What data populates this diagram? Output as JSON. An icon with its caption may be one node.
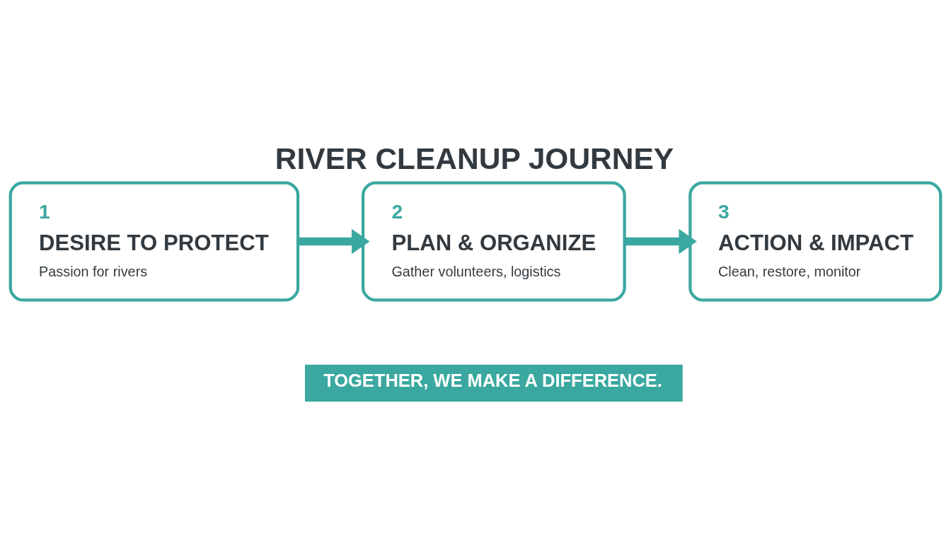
{
  "diagram": {
    "title": "RIVER CLEANUP JOURNEY",
    "nodes": [
      {
        "text": [
          "1",
          "DESIRE TO PROTECT",
          "Passion for rivers"
        ]
      },
      {
        "text": [
          "2",
          "PLAN & ORGANIZE",
          "Gather volunteers, logistics"
        ]
      },
      {
        "text": [
          "3",
          "ACTION & IMPACT",
          "Clean, restore, monitor"
        ]
      },
      {
        "text": [
          "TOGETHER, WE MAKE A DIFFERENCE."
        ]
      }
    ],
    "edges": [
      {
        "from": 0,
        "to": 1,
        "arrow": "to"
      },
      {
        "from": 1,
        "to": 2,
        "arrow": "to"
      }
    ]
  }
}
